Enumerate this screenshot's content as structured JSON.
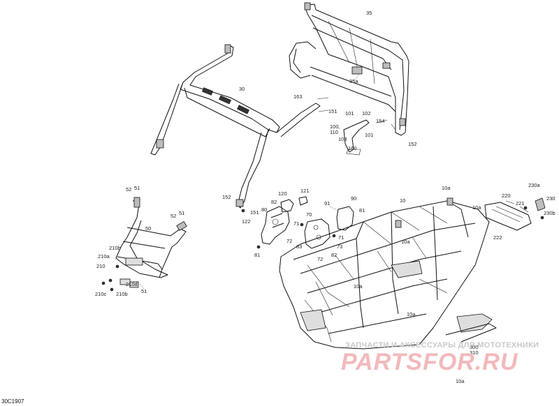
{
  "diagram": {
    "code": "30C1907",
    "watermark": {
      "line1": "ЗАПЧАСТИ И АКСЕССУАРЫ ДЛЯ МОТОТЕХНИКИ",
      "line2": "PARTSFOR.RU"
    },
    "callouts": {
      "c35": "35",
      "c35a": "35a",
      "c30": "30",
      "c163": "163",
      "c151a": "151",
      "c101a": "101",
      "c102": "102",
      "c154": "154",
      "c100": "100,",
      "c110": "110",
      "c101b": "101",
      "c103": "103",
      "c152a": "152",
      "c160": "160",
      "c52a": "52",
      "c51a": "51",
      "c52b": "52",
      "c51b": "51",
      "c50": "50",
      "c210b": "210b",
      "c210a": "210a",
      "c210": "210",
      "c210d": "210d",
      "c51c": "51",
      "c210c": "210c",
      "c210bb": "210b",
      "c152b": "152",
      "c151b": "151",
      "c122": "122",
      "c81a": "81",
      "c120": "120",
      "c82a": "82",
      "c80": "80",
      "c121": "121",
      "c72a": "72",
      "c71a": "71",
      "c83": "83",
      "c70": "70",
      "c72b": "72",
      "c71b": "71",
      "c91": "91",
      "c90": "90",
      "c81b": "81",
      "c73": "73",
      "c82b": "82",
      "c10": "10",
      "c10a1": "10a",
      "c10a2": "10a",
      "c10a3": "10a",
      "c10a4": "10a",
      "c10a5": "10a",
      "c10a6": "10a",
      "c220": "220",
      "c221": "221",
      "c222": "222",
      "c230a": "230a",
      "c230": "230",
      "c230b": "230b",
      "c300": "300",
      "c310": "310"
    }
  }
}
